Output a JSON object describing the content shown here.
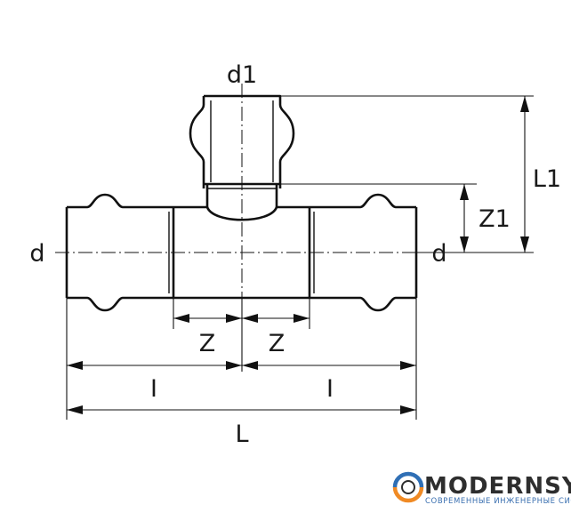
{
  "labels": {
    "d1": "d1",
    "d_left": "d",
    "d_right": "d",
    "L1": "L1",
    "Z1": "Z1",
    "Z_left": "Z",
    "Z_right": "Z",
    "I_left": "I",
    "I_right": "I",
    "L": "L"
  },
  "logo": {
    "wordmark": "MODERNSYS",
    "tagline": "СОВРЕМЕННЫЕ ИНЖЕНЕРНЫЕ СИСТЕМЫ",
    "colors": {
      "ring_blue": "#2f6fb5",
      "ring_orange": "#f08a24",
      "text": "#2e2e2e"
    }
  }
}
